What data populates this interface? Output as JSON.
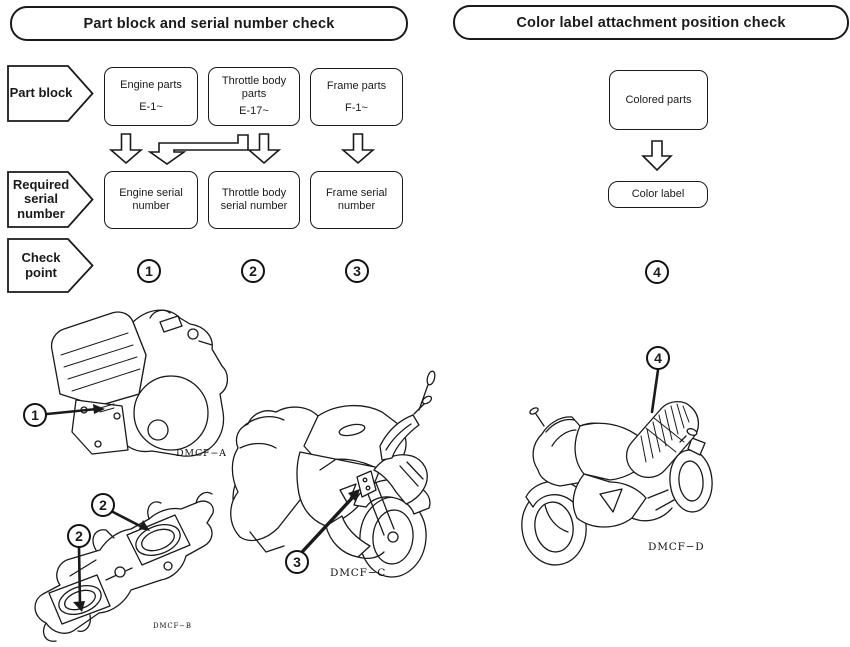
{
  "colors": {
    "ink": "#1a1a1a",
    "paper": "#ffffff"
  },
  "left_panel": {
    "header": "Part block and serial number check",
    "row_labels": {
      "part_block": "Part block",
      "required_serial": "Required serial number",
      "check_point": "Check point"
    },
    "part_blocks": [
      {
        "name": "Engine parts",
        "code": "E-1~"
      },
      {
        "name": "Throttle body parts",
        "code": "E-17~"
      },
      {
        "name": "Frame parts",
        "code": "F-1~"
      }
    ],
    "serial_numbers": [
      "Engine serial number",
      "Throttle body serial number",
      "Frame serial number"
    ],
    "check_points": [
      "1",
      "2",
      "3"
    ]
  },
  "right_panel": {
    "header": "Color label attachment position check",
    "source_box": "Colored parts",
    "target_box": "Color label",
    "check_point": "4"
  },
  "illustrations": {
    "engine": {
      "caption": "DMCF−A",
      "callout": "1"
    },
    "throttle_body": {
      "caption": "DMCF−B",
      "callout": "2"
    },
    "motorcycle_front": {
      "caption": "DMCF−C",
      "callout": "3"
    },
    "motorcycle_rear": {
      "caption": "DMCF−D",
      "callout": "4"
    }
  }
}
